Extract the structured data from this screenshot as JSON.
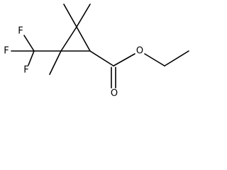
{
  "molecule": {
    "atoms": {
      "f_top": "F",
      "f_left": "F",
      "f_bottom": "F",
      "o_ester": "O",
      "o_carbonyl": "O"
    },
    "colors": {
      "bond": "#000000",
      "label": "#000000",
      "background": "#ffffff"
    }
  }
}
